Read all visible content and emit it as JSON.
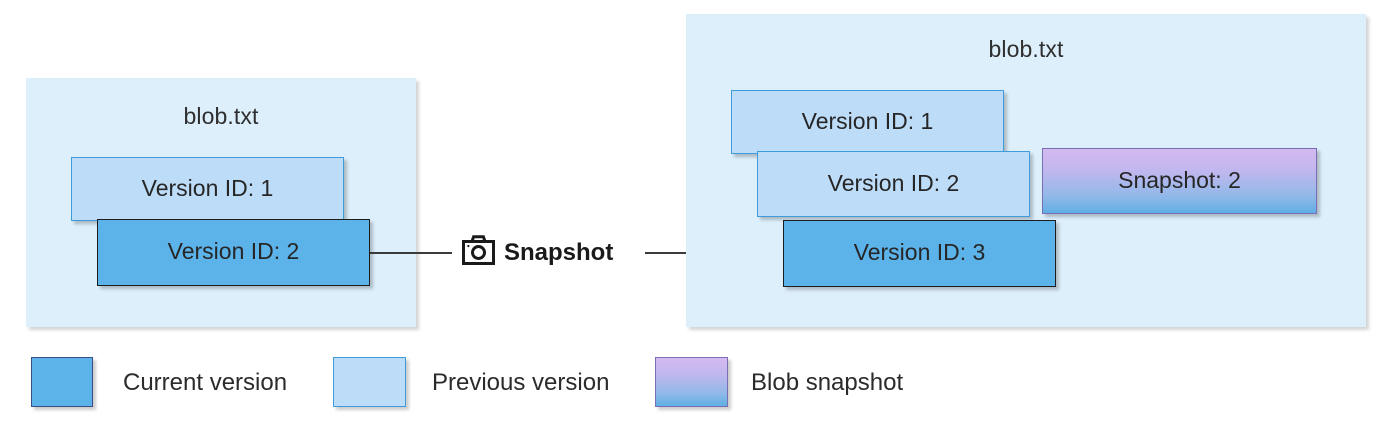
{
  "diagram": {
    "title_left": "blob.txt",
    "title_right": "blob.txt",
    "connector": {
      "icon": "camera-icon",
      "label": "Snapshot"
    },
    "left_panel": {
      "blob_name": "blob.txt",
      "boxes": [
        {
          "label": "Version ID: 1",
          "kind": "previous-version"
        },
        {
          "label": "Version ID: 2",
          "kind": "current-version"
        }
      ]
    },
    "right_panel": {
      "blob_name": "blob.txt",
      "boxes": [
        {
          "label": "Version ID: 1",
          "kind": "previous-version"
        },
        {
          "label": "Version ID: 2",
          "kind": "previous-version"
        },
        {
          "label": "Version ID: 3",
          "kind": "current-version"
        },
        {
          "label": "Snapshot: 2",
          "kind": "blob-snapshot"
        }
      ]
    },
    "legend": [
      {
        "label": "Current version",
        "kind": "current-version",
        "color": "#5cb3ea"
      },
      {
        "label": "Previous version",
        "kind": "previous-version",
        "color": "#bddcf8"
      },
      {
        "label": "Blob snapshot",
        "kind": "blob-snapshot",
        "color": "#d4b9f0"
      }
    ],
    "colors": {
      "panel_background": "#ddeffb",
      "current_version": "#5cb3ea",
      "previous_version": "#bddcf8",
      "snapshot_top": "#d4b9f0",
      "snapshot_bottom": "#5fafe4",
      "connector_line": "#3b3b3b",
      "text": "#2b2b2b"
    }
  }
}
